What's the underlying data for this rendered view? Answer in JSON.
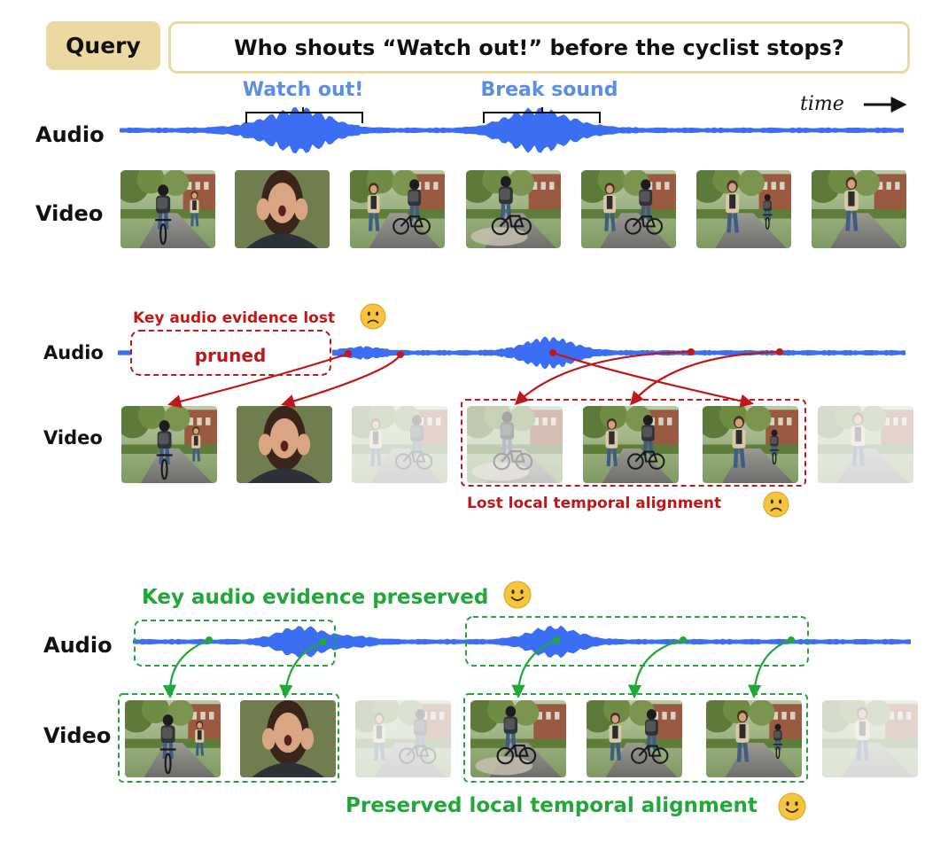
{
  "query": {
    "tag": "Query",
    "text": "Who shouts “Watch out!” before the cyclist stops?"
  },
  "colors": {
    "wave": "#3b6ef2",
    "audio_label": "#5b8ee6",
    "lost": "#c01818",
    "preserved": "#22a83a",
    "query_fill": "#ead9a0",
    "emoji": "#f7c43d"
  },
  "panel_top": {
    "audio_label": "Audio",
    "video_label": "Video",
    "time_label": "time",
    "events": [
      "Watch out!",
      "Break sound"
    ]
  },
  "panel_lost": {
    "audio_label": "Audio",
    "video_label": "Video",
    "caption_top": "Key audio evidence lost",
    "pruned_label": "pruned",
    "caption_bottom": "Lost local temporal alignment",
    "emoji": "sad-face-icon",
    "faded_frames": [
      3,
      7
    ]
  },
  "panel_preserved": {
    "audio_label": "Audio",
    "video_label": "Video",
    "caption_top": "Key audio evidence preserved",
    "caption_bottom": "Preserved local temporal alignment",
    "emoji": "smiling-face-icon",
    "faded_frames": [
      3,
      7
    ]
  },
  "frames": [
    {
      "name": "cyclist-rear-frame",
      "kind": "cyclist-rear"
    },
    {
      "name": "shouting-woman-frame",
      "kind": "shouting"
    },
    {
      "name": "woman-cyclist-frame",
      "kind": "woman-cyclist"
    },
    {
      "name": "braking-cyclist-frame",
      "kind": "braking"
    },
    {
      "name": "cyclist-walker-frame",
      "kind": "walker-cyclist"
    },
    {
      "name": "woman-walking-cyclist-frame",
      "kind": "walking-cyclist-far"
    },
    {
      "name": "woman-walking-frame",
      "kind": "walking"
    }
  ]
}
